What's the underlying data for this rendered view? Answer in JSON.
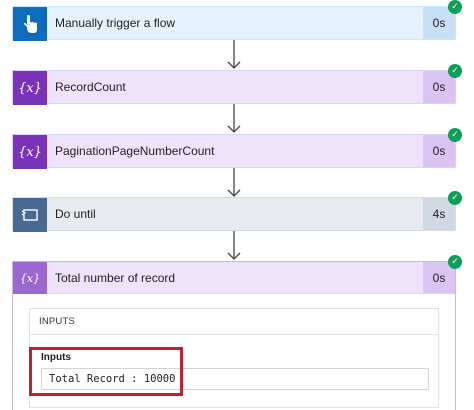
{
  "steps": [
    {
      "title": "Manually trigger a flow",
      "duration": "0s",
      "icon": "hand-pointer-icon",
      "status": "succeeded"
    },
    {
      "title": "RecordCount",
      "duration": "0s",
      "icon": "variable-icon",
      "icon_glyph": "{x}",
      "status": "succeeded"
    },
    {
      "title": "PaginationPageNumberCount",
      "duration": "0s",
      "icon": "variable-icon",
      "icon_glyph": "{x}",
      "status": "succeeded"
    },
    {
      "title": "Do until",
      "duration": "4s",
      "icon": "loop-icon",
      "status": "succeeded"
    }
  ],
  "expanded_step": {
    "title": "Total number of record",
    "duration": "0s",
    "icon": "compose-variable-icon",
    "icon_glyph": "{x}",
    "status": "succeeded",
    "section_title": "INPUTS",
    "field_label": "Inputs",
    "field_value": "Total Record : 10000"
  },
  "colors": {
    "trigger_accent": "#0f6cbd",
    "variable_accent": "#7a32b8",
    "loop_accent": "#486991",
    "success_green": "#0f9d58",
    "highlight_red": "#c0212d"
  }
}
